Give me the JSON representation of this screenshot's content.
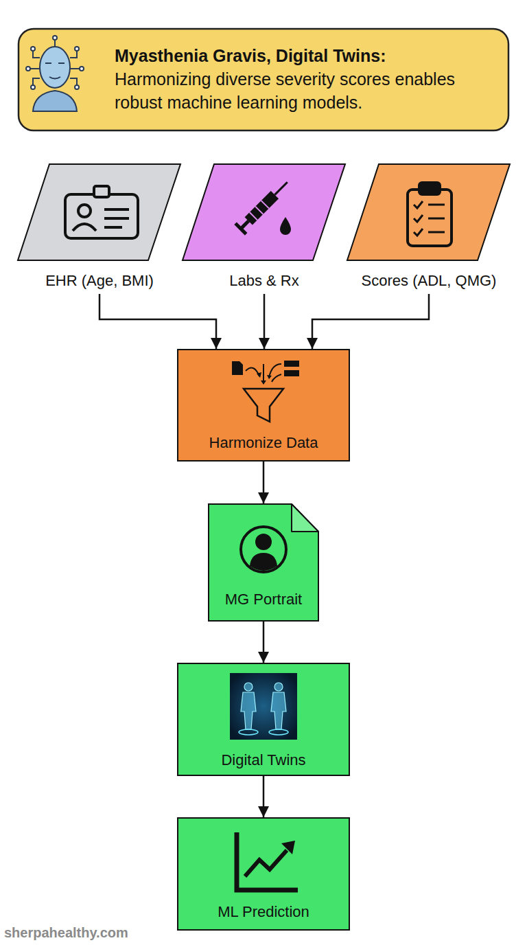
{
  "diagram": {
    "title": "Myasthenia Gravis, Digital Twins:",
    "nodes": [
      {
        "text": [
          "EHR (Age, BMI)"
        ]
      },
      {
        "text": [
          "Labs & Rx"
        ]
      },
      {
        "text": [
          "Scores (ADL, QMG)"
        ]
      },
      {
        "text": [
          "Harmonize Data"
        ]
      },
      {
        "text": [
          "MG Portrait"
        ]
      },
      {
        "text": [
          "Digital Twins"
        ]
      },
      {
        "text": [
          "ML Prediction"
        ]
      }
    ],
    "edges": [
      {
        "from": 0,
        "to": 3,
        "arrow": "to"
      },
      {
        "from": 1,
        "to": 3,
        "arrow": "to"
      },
      {
        "from": 2,
        "to": 3,
        "arrow": "to"
      },
      {
        "from": 3,
        "to": 4,
        "arrow": "to"
      },
      {
        "from": 4,
        "to": 5,
        "arrow": "to"
      },
      {
        "from": 5,
        "to": 6,
        "arrow": "to"
      }
    ],
    "labels": [
      "Harmonizing diverse severity scores enables robust machine learning models.",
      "sherpahealthy.com"
    ]
  }
}
